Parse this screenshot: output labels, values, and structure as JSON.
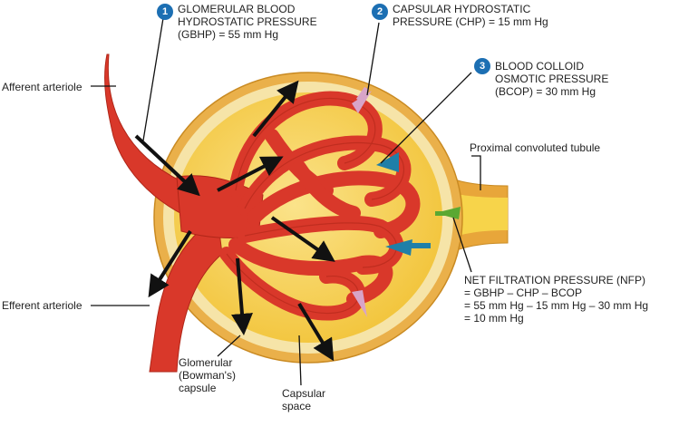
{
  "labels": {
    "gbhp": {
      "number": "1",
      "text": "GLOMERULAR BLOOD\nHYDROSTATIC PRESSURE\n(GBHP) = 55 mm Hg"
    },
    "chp": {
      "number": "2",
      "text": "CAPSULAR HYDROSTATIC\nPRESSURE (CHP) = 15 mm Hg"
    },
    "bcop": {
      "number": "3",
      "text": "BLOOD COLLOID\nOSMOTIC PRESSURE\n(BCOP) = 30 mm Hg"
    },
    "afferent": "Afferent arteriole",
    "efferent": "Efferent arteriole",
    "pct": "Proximal convoluted tubule",
    "capsule": "Glomerular\n(Bowman's)\ncapsule",
    "space": "Capsular\nspace",
    "nfp": "NET FILTRATION PRESSURE (NFP)\n= GBHP – CHP – BCOP\n= 55 mm Hg – 15 mm Hg – 30 mm Hg\n= 10 mm Hg"
  },
  "colors": {
    "vessel": "#d9382a",
    "vessel_dark": "#b02618",
    "capsule_outer": "#e8a63a",
    "capsule_inner": "#f6e4a8",
    "space": "#f7d44a",
    "arrow_gbhp": "#111111",
    "arrow_chp": "#d8a4c8",
    "arrow_bcop": "#1f7fa8",
    "arrow_nfp": "#5aa832",
    "badge": "#1c6fb3"
  }
}
